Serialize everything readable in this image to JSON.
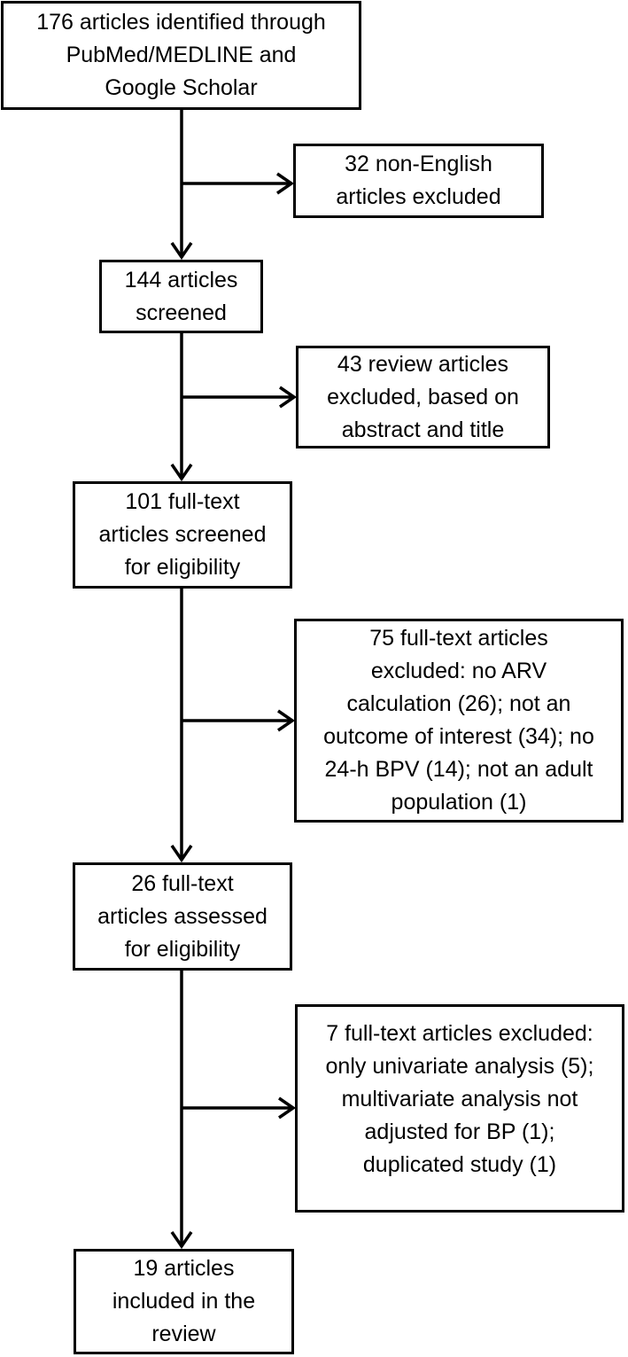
{
  "diagram": {
    "kind": "article-selection-flowchart",
    "background_color": "#ffffff",
    "line_color": "#000000",
    "text_color": "#000000"
  },
  "nodes": {
    "identified": {
      "text": "176 articles identified through\nPubMed/MEDLINE and\nGoogle Scholar"
    },
    "excluded_non_english": {
      "text": "32 non-English\narticles excluded"
    },
    "screened": {
      "text": "144 articles\nscreened"
    },
    "excluded_review": {
      "text": "43 review articles\nexcluded, based on\nabstract and title"
    },
    "fulltext_screened": {
      "text": "101 full-text\narticles screened\nfor eligibility"
    },
    "excluded_fulltext_75": {
      "text": "75 full-text articles\nexcluded: no ARV\ncalculation (26); not an\noutcome of interest (34); no\n24-h BPV (14); not an adult\npopulation (1)"
    },
    "fulltext_assessed": {
      "text": "26 full-text\narticles assessed\nfor eligibility"
    },
    "excluded_fulltext_7": {
      "text": "7 full-text articles excluded:\nonly univariate analysis (5);\nmultivariate analysis not\nadjusted for BP (1);\nduplicated study (1)"
    },
    "included": {
      "text": "19 articles\nincluded in the\nreview"
    }
  }
}
